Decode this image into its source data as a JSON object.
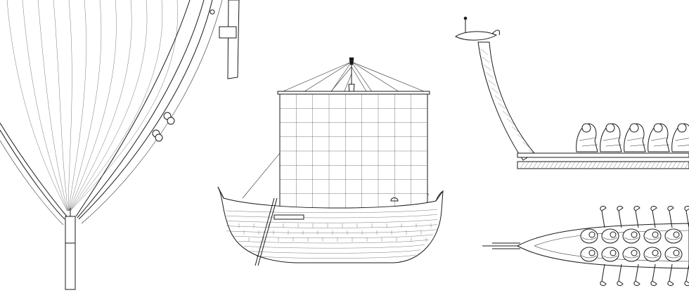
{
  "canvas": {
    "background": "#ffffff",
    "ink": "#1a1a1a"
  },
  "drawings": [
    {
      "id": "hull-plan-closeup",
      "icon": "hull-plan-icon"
    },
    {
      "id": "sailing-ship-elevation",
      "icon": "sailing-ship-icon"
    },
    {
      "id": "rowing-galley-section",
      "icon": "galley-section-icon"
    },
    {
      "id": "rowing-galley-plan",
      "icon": "galley-plan-icon"
    }
  ],
  "sail": {
    "columns": 9,
    "rows": 8
  },
  "hull_planks": 12,
  "galley": {
    "rowers_section": 5,
    "rowers_plan_rows": 2,
    "rowers_plan_cols": 5
  }
}
